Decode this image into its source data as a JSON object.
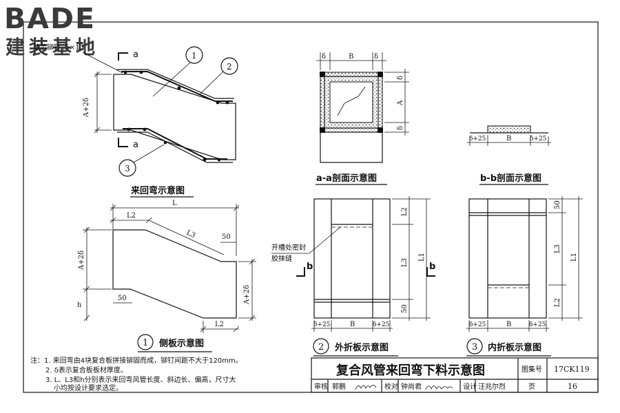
{
  "logo": {
    "latin": "BADE",
    "cn": "建装基地"
  },
  "top_note": "抽芯铆钉 .5×13",
  "labels": {
    "section_a": "a",
    "section_b": "b",
    "callout_1": "1",
    "callout_2": "2",
    "callout_3": "3",
    "dim_a_2d": "A+2δ",
    "dim_h": "h",
    "dim_L": "L",
    "dim_L1": "L1",
    "dim_L2": "L2",
    "dim_L3": "L3",
    "dim_50": "50",
    "dim_B": "B",
    "dim_A": "A",
    "dim_delta": "δ",
    "dim_d25": "δ+25",
    "seal_note_1": "开槽处密封",
    "seal_note_2": "胶抹缝"
  },
  "captions": {
    "elbow": "来回弯示意图",
    "section_aa": "a-a剖面示意图",
    "section_bb": "b-b剖面示意图",
    "side_num": "1",
    "side": "侧板示意图",
    "outer_num": "2",
    "outer": "外折板示意图",
    "inner_num": "3",
    "inner": "内折板示意图"
  },
  "notes": [
    "注：1. 来回弯由4块复合板拼接铆固而成，铆钉间距不大于120mm。",
    "2. δ表示复合板板材厚度。",
    "3. L、L3和h分别表示来回弯风管长度、斜边长、偏高，尺寸大",
    "小均按设计要求选定。"
  ],
  "title_block": {
    "title": "复合风管来回弯下料示意图",
    "atlas_label": "图集号",
    "atlas_value": "17CK119",
    "review_label": "审核",
    "review_name": "郭鹏",
    "check_label": "校对",
    "check_name": "钟尚君",
    "design_label": "设计",
    "design_name": "汪兆尔烈",
    "page_label": "页",
    "page_value": "16"
  }
}
